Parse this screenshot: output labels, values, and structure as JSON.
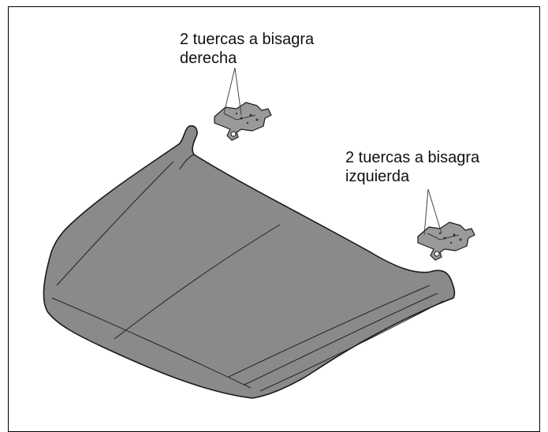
{
  "labels": {
    "right_hinge": {
      "line1": "2 tuercas a bisagra",
      "line2": "derecha"
    },
    "left_hinge": {
      "line1": "2 tuercas a bisagra",
      "line2": "izquierda"
    }
  },
  "colors": {
    "hood_fill": "#8a8a8a",
    "hinge_fill": "#9a9a9a",
    "stroke": "#1a1a1a",
    "background": "#ffffff"
  }
}
